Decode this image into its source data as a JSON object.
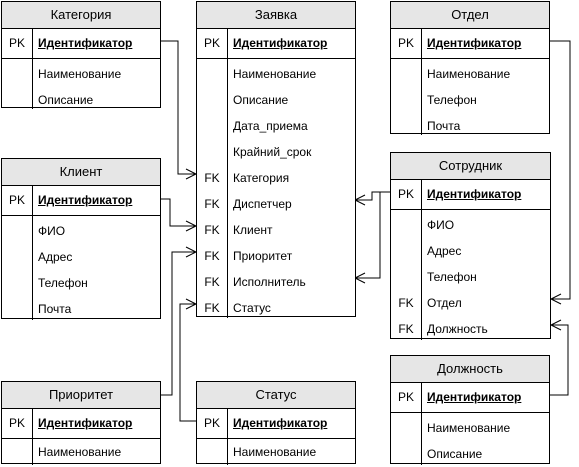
{
  "entities": {
    "category": {
      "title": "Категория",
      "pk": {
        "key": "PK",
        "name": "Идентификатор"
      },
      "fields": [
        {
          "key": "",
          "name": "Наименование"
        },
        {
          "key": "",
          "name": "Описание"
        }
      ]
    },
    "client": {
      "title": "Клиент",
      "pk": {
        "key": "PK",
        "name": "Идентификатор"
      },
      "fields": [
        {
          "key": "",
          "name": "ФИО"
        },
        {
          "key": "",
          "name": "Адрес"
        },
        {
          "key": "",
          "name": "Телефон"
        },
        {
          "key": "",
          "name": "Почта"
        }
      ]
    },
    "priority": {
      "title": "Приоритет",
      "pk": {
        "key": "PK",
        "name": "Идентификатор"
      },
      "fields": [
        {
          "key": "",
          "name": "Наименование"
        }
      ]
    },
    "request": {
      "title": "Заявка",
      "pk": {
        "key": "PK",
        "name": "Идентификатор"
      },
      "fields": [
        {
          "key": "",
          "name": "Наименование"
        },
        {
          "key": "",
          "name": "Описание"
        },
        {
          "key": "",
          "name": "Дата_приема"
        },
        {
          "key": "",
          "name": "Крайний_срок"
        },
        {
          "key": "FK",
          "name": "Категория"
        },
        {
          "key": "FK",
          "name": "Диспетчер"
        },
        {
          "key": "FK",
          "name": "Клиент"
        },
        {
          "key": "FK",
          "name": "Приоритет"
        },
        {
          "key": "FK",
          "name": "Исполнитель"
        },
        {
          "key": "FK",
          "name": "Статус"
        }
      ]
    },
    "status": {
      "title": "Статус",
      "pk": {
        "key": "PK",
        "name": "Идентификатор"
      },
      "fields": [
        {
          "key": "",
          "name": "Наименование"
        }
      ]
    },
    "department": {
      "title": "Отдел",
      "pk": {
        "key": "PK",
        "name": "Идентификатор"
      },
      "fields": [
        {
          "key": "",
          "name": "Наименование"
        },
        {
          "key": "",
          "name": "Телефон"
        },
        {
          "key": "",
          "name": "Почта"
        }
      ]
    },
    "employee": {
      "title": "Сотрудник",
      "pk": {
        "key": "PK",
        "name": "Идентификатор"
      },
      "fields": [
        {
          "key": "",
          "name": "ФИО"
        },
        {
          "key": "",
          "name": "Адрес"
        },
        {
          "key": "",
          "name": "Телефон"
        },
        {
          "key": "FK",
          "name": "Отдел"
        },
        {
          "key": "FK",
          "name": "Должность"
        }
      ]
    },
    "position": {
      "title": "Должность",
      "pk": {
        "key": "PK",
        "name": "Идентификатор"
      },
      "fields": [
        {
          "key": "",
          "name": "Наименование"
        },
        {
          "key": "",
          "name": "Описание"
        }
      ]
    }
  }
}
